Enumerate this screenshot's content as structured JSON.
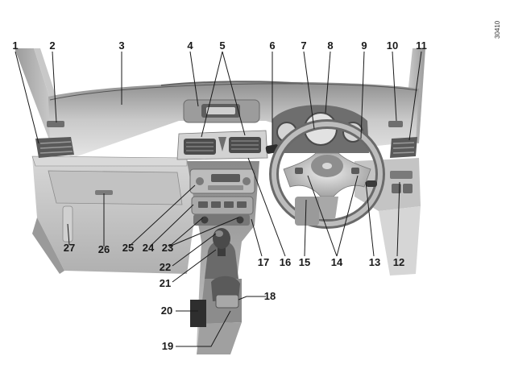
{
  "figure": {
    "reference": "30410",
    "colors": {
      "background": "#ffffff",
      "surface_light": "#e6e6e6",
      "surface_mid": "#b8b8b8",
      "surface_dark": "#4a4a4a",
      "line": "#1a1a1a"
    },
    "callouts": [
      {
        "id": "c1",
        "label": "1"
      },
      {
        "id": "c2",
        "label": "2"
      },
      {
        "id": "c3",
        "label": "3"
      },
      {
        "id": "c4",
        "label": "4"
      },
      {
        "id": "c5",
        "label": "5"
      },
      {
        "id": "c6",
        "label": "6"
      },
      {
        "id": "c7",
        "label": "7"
      },
      {
        "id": "c8",
        "label": "8"
      },
      {
        "id": "c9",
        "label": "9"
      },
      {
        "id": "c10",
        "label": "10"
      },
      {
        "id": "c11",
        "label": "11"
      },
      {
        "id": "c12",
        "label": "12"
      },
      {
        "id": "c13",
        "label": "13"
      },
      {
        "id": "c14",
        "label": "14"
      },
      {
        "id": "c15",
        "label": "15"
      },
      {
        "id": "c16",
        "label": "16"
      },
      {
        "id": "c17",
        "label": "17"
      },
      {
        "id": "c18",
        "label": "18"
      },
      {
        "id": "c19",
        "label": "19"
      },
      {
        "id": "c20",
        "label": "20"
      },
      {
        "id": "c21",
        "label": "21"
      },
      {
        "id": "c22",
        "label": "22"
      },
      {
        "id": "c23",
        "label": "23"
      },
      {
        "id": "c24",
        "label": "24"
      },
      {
        "id": "c25",
        "label": "25"
      },
      {
        "id": "c26",
        "label": "26"
      },
      {
        "id": "c27",
        "label": "27"
      }
    ]
  }
}
